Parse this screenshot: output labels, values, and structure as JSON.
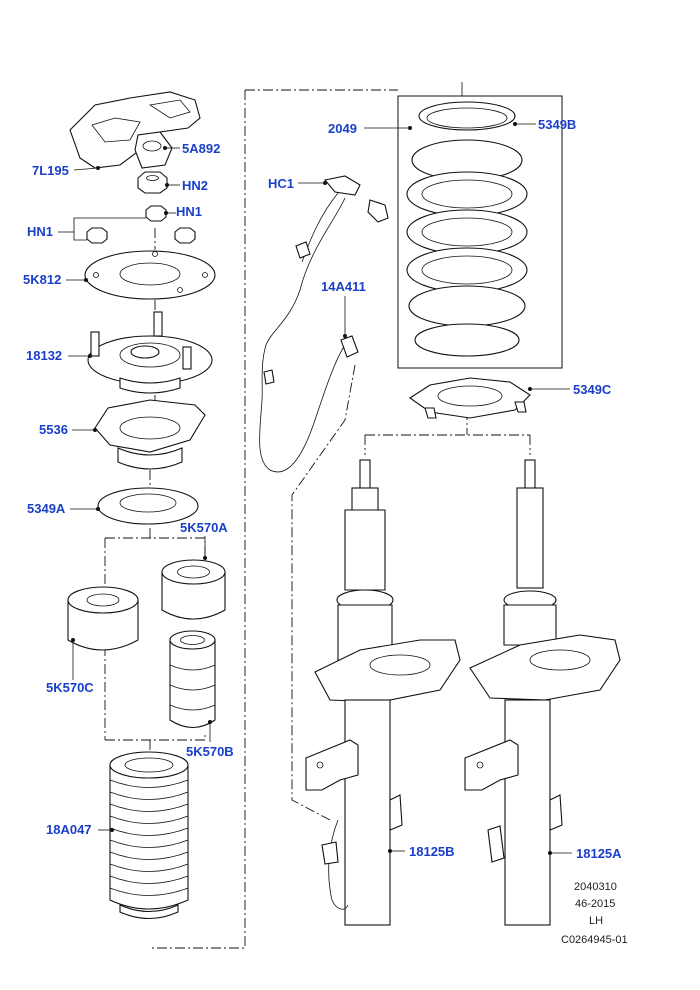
{
  "labels": {
    "l_7L195": "7L195",
    "l_5A892": "5A892",
    "l_HN2": "HN2",
    "l_HN1_right": "HN1",
    "l_HN1_left": "HN1",
    "l_5K812": "5K812",
    "l_18132": "18132",
    "l_5536": "5536",
    "l_5349A": "5349A",
    "l_5K570A": "5K570A",
    "l_5K570C": "5K570C",
    "l_5K570B": "5K570B",
    "l_18A047": "18A047",
    "l_HC1": "HC1",
    "l_14A411": "14A411",
    "l_2049": "2049",
    "l_5349B": "5349B",
    "l_5349C": "5349C",
    "l_18125B": "18125B",
    "l_18125A": "18125A"
  },
  "meta": {
    "code": "2040310",
    "date": "46-2015",
    "side": "LH",
    "ref": "C0264945-01"
  }
}
